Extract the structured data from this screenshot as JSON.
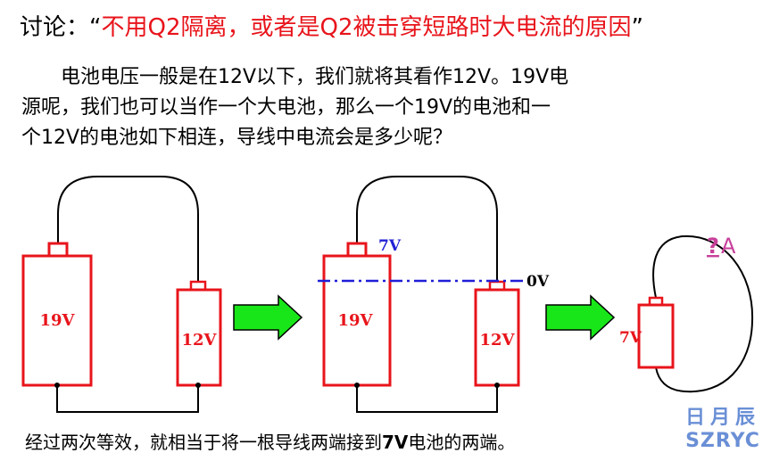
{
  "title": {
    "prefix": "讨论：“",
    "text": "不用Q2隔离，或者是Q2被击穿短路时大电流的原因",
    "suffix": "”"
  },
  "paragraph": {
    "line1": "电池电压一般是在12V以下，我们就将其看作12V。19V电",
    "line2": "源呢，我们也可以当作一个大电池，那么一个19V的电池和一",
    "line3": "个12V的电池如下相连，导线中电流会是多少呢？"
  },
  "diagram": {
    "panel1": {
      "big_label": "19V",
      "small_label": "12V"
    },
    "panel2": {
      "big_label": "19V",
      "small_label": "12V",
      "top_label": "7V",
      "ref_label": "0V"
    },
    "panel3": {
      "battery_label": "7V",
      "current_q": "?",
      "current_unit": "A"
    },
    "colors": {
      "battery": "#e8141b",
      "arrow": "#19e619",
      "dashed": "#1f1fd6",
      "q": "#c8409a"
    }
  },
  "conclusion": {
    "prefix": "经过两次等效，就相当于将一根导线两端接到",
    "bold": "7V",
    "suffix": "电池的两端。"
  },
  "watermark": {
    "cn": "日月辰",
    "en": "SZRYC"
  }
}
